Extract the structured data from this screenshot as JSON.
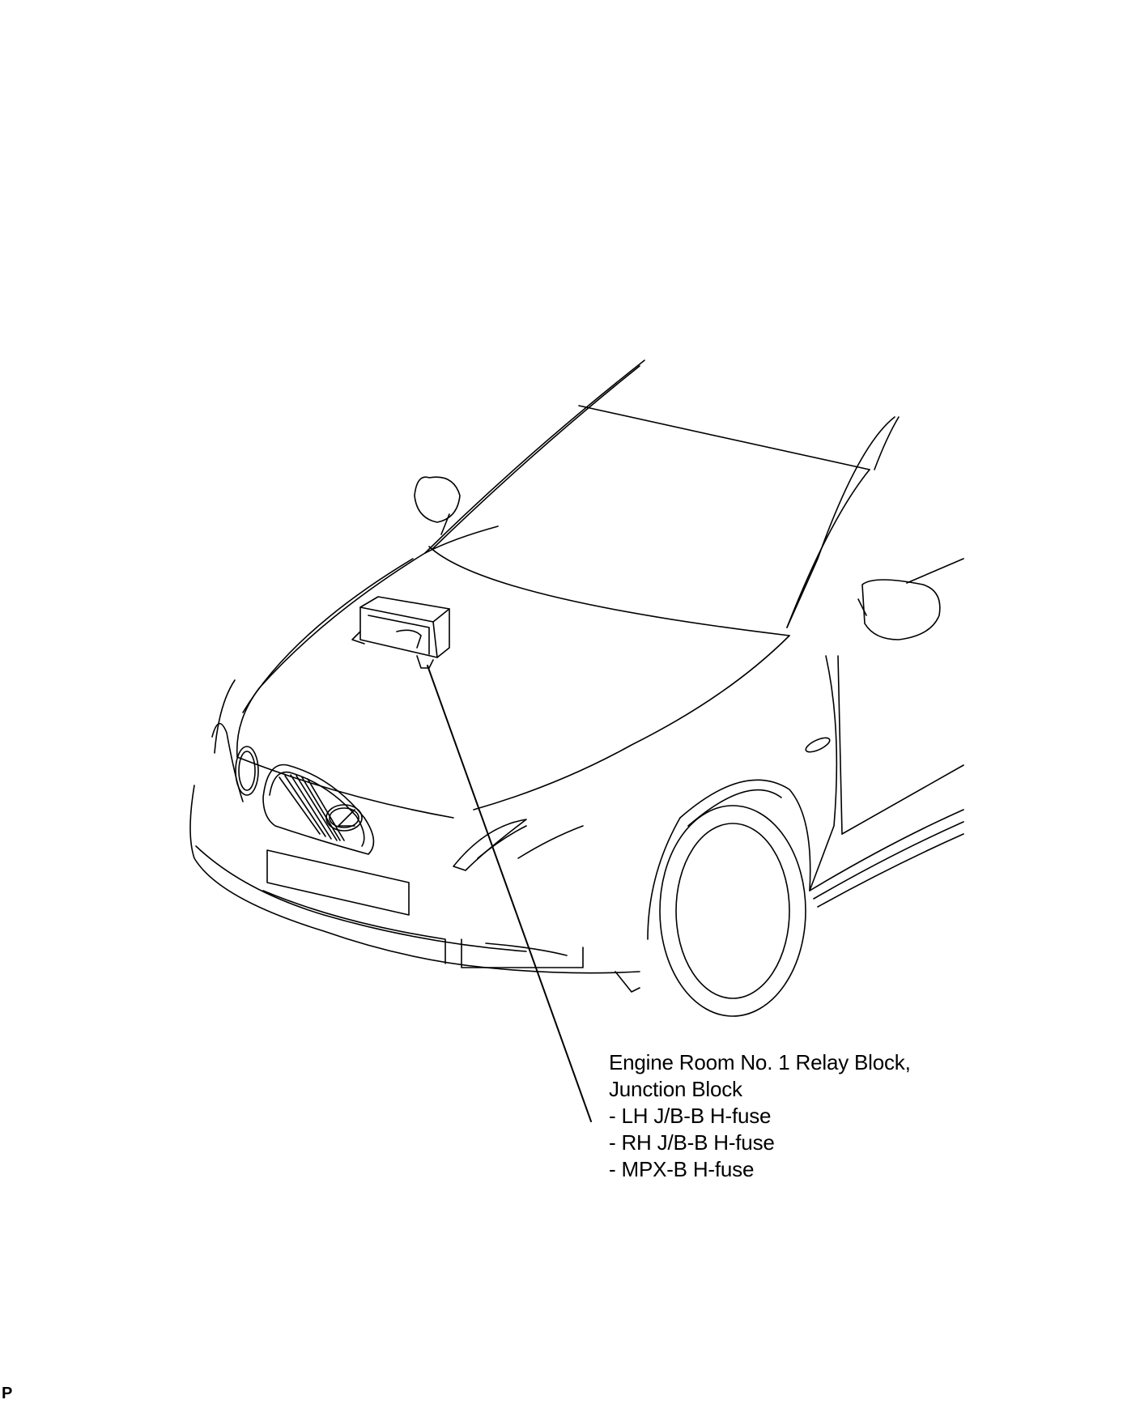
{
  "callout": {
    "lines": [
      "Engine Room No. 1 Relay Block,",
      "Junction Block",
      "- LH J/B-B H-fuse",
      "- RH J/B-B H-fuse",
      "- MPX-B H-fuse"
    ]
  },
  "corner_mark": "P",
  "colors": {
    "line": "#000000",
    "background": "#ffffff"
  }
}
